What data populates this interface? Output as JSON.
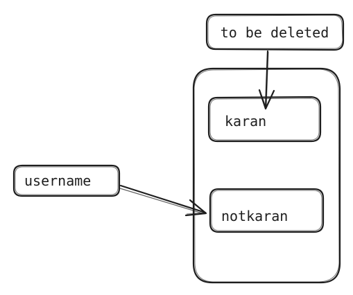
{
  "labels": {
    "to_be_deleted": "to be deleted",
    "username": "username",
    "karan": "karan",
    "notkaran": "notkaran"
  },
  "colors": {
    "stroke": "#1e1e1e",
    "background": "#ffffff"
  }
}
